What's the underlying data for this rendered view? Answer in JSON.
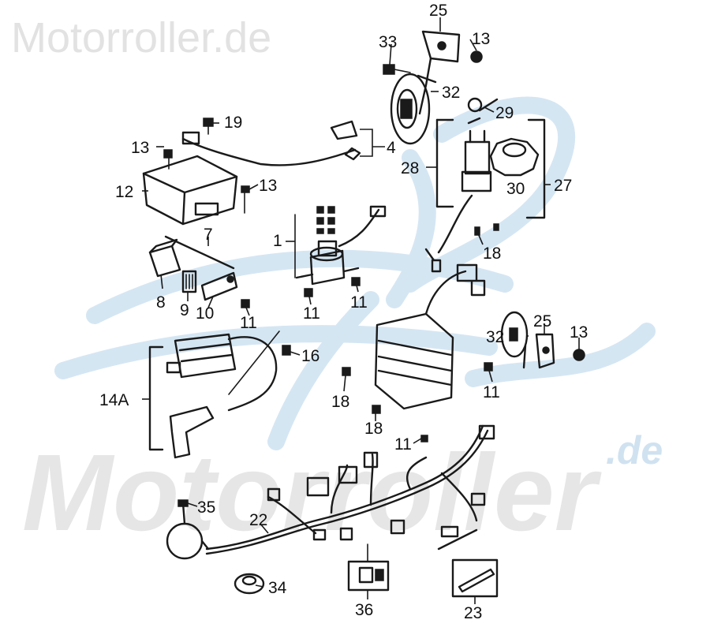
{
  "watermark_top": "Motorroller.de",
  "watermark_big": "Motorroller",
  "watermark_de": ".de",
  "colors": {
    "line": "#1a1a1a",
    "watermark_blue": "#d5e6f3",
    "watermark_gray": "#e2e2e2"
  },
  "callouts": [
    {
      "id": "c25a",
      "text": "25"
    },
    {
      "id": "c33",
      "text": "33"
    },
    {
      "id": "c13a",
      "text": "13"
    },
    {
      "id": "c32a",
      "text": "32"
    },
    {
      "id": "c19",
      "text": "19"
    },
    {
      "id": "c29",
      "text": "29"
    },
    {
      "id": "c13b",
      "text": "13"
    },
    {
      "id": "c4",
      "text": "4"
    },
    {
      "id": "c28",
      "text": "28"
    },
    {
      "id": "c12",
      "text": "12"
    },
    {
      "id": "c13c",
      "text": "13"
    },
    {
      "id": "c30",
      "text": "30"
    },
    {
      "id": "c27",
      "text": "27"
    },
    {
      "id": "c7",
      "text": "7"
    },
    {
      "id": "c1",
      "text": "1"
    },
    {
      "id": "c18a",
      "text": "18"
    },
    {
      "id": "c8",
      "text": "8"
    },
    {
      "id": "c9",
      "text": "9"
    },
    {
      "id": "c10",
      "text": "10"
    },
    {
      "id": "c11a",
      "text": "11"
    },
    {
      "id": "c11b",
      "text": "11"
    },
    {
      "id": "c11c",
      "text": "11"
    },
    {
      "id": "c16",
      "text": "16"
    },
    {
      "id": "c32b",
      "text": "32"
    },
    {
      "id": "c25b",
      "text": "25"
    },
    {
      "id": "c13d",
      "text": "13"
    },
    {
      "id": "c14a",
      "text": "14A"
    },
    {
      "id": "c18b",
      "text": "18"
    },
    {
      "id": "c11d",
      "text": "11"
    },
    {
      "id": "c18c",
      "text": "18"
    },
    {
      "id": "c11e",
      "text": "11"
    },
    {
      "id": "c35",
      "text": "35"
    },
    {
      "id": "c22",
      "text": "22"
    },
    {
      "id": "c34",
      "text": "34"
    },
    {
      "id": "c36",
      "text": "36"
    },
    {
      "id": "c23",
      "text": "23"
    }
  ]
}
